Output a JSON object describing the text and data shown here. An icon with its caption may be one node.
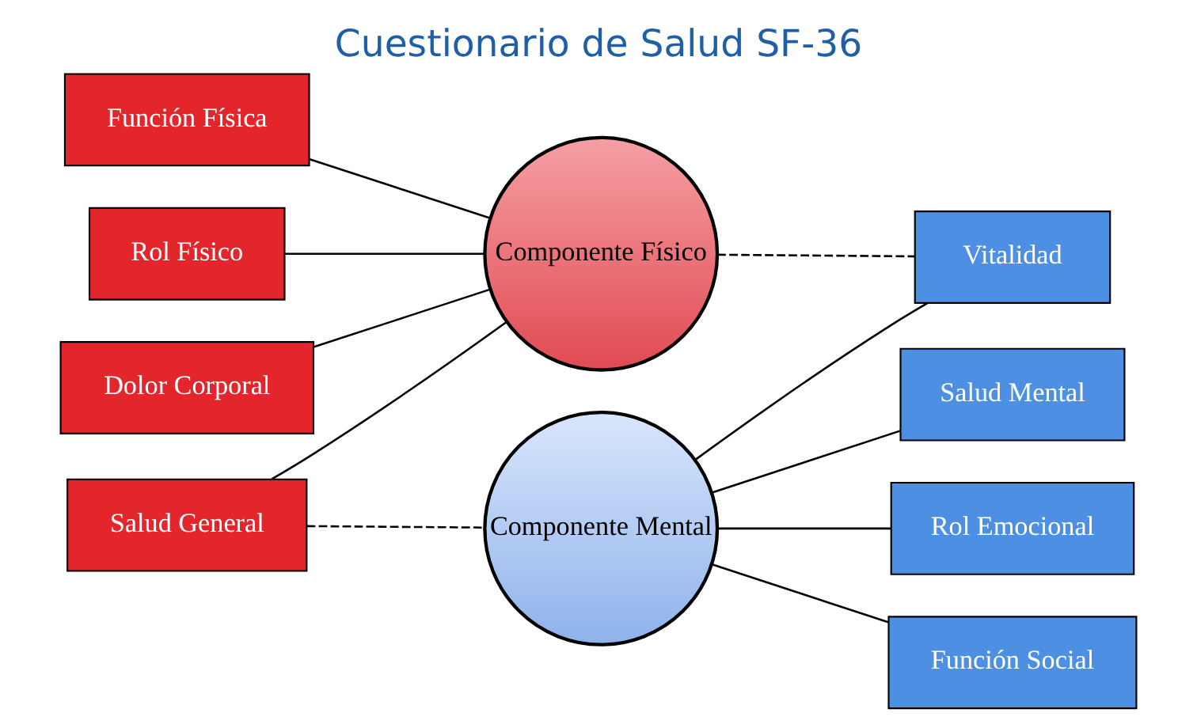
{
  "diagram": {
    "title": "Cuestionario de Salud SF-36",
    "nodes": [
      {
        "text": [
          "Función Física"
        ]
      },
      {
        "text": [
          "Rol Físico"
        ]
      },
      {
        "text": [
          "Dolor Corporal"
        ]
      },
      {
        "text": [
          "Salud General"
        ]
      },
      {
        "text": [
          "Componente Físico"
        ]
      },
      {
        "text": [
          "Componente Mental"
        ]
      },
      {
        "text": [
          "Salud Mental"
        ]
      },
      {
        "text": [
          "Rol Emocional"
        ]
      },
      {
        "text": [
          "Función Social"
        ]
      },
      {
        "text": [
          "Vitalidad"
        ]
      }
    ],
    "edges": [
      {
        "from": 0,
        "to": 4,
        "arrow": "none"
      },
      {
        "from": 1,
        "to": 4,
        "arrow": "none"
      },
      {
        "from": 2,
        "to": 4,
        "arrow": "none"
      },
      {
        "from": 3,
        "to": 4,
        "arrow": "none"
      },
      {
        "from": 5,
        "to": 6,
        "arrow": "none"
      },
      {
        "from": 5,
        "to": 7,
        "arrow": "none"
      },
      {
        "from": 5,
        "to": 8,
        "arrow": "none"
      },
      {
        "from": 5,
        "to": 9,
        "arrow": "none"
      },
      {
        "from": 4,
        "to": 9,
        "arrow": "none",
        "style": "dashed"
      },
      {
        "from": 3,
        "to": 5,
        "arrow": "none",
        "style": "dashed"
      }
    ]
  }
}
